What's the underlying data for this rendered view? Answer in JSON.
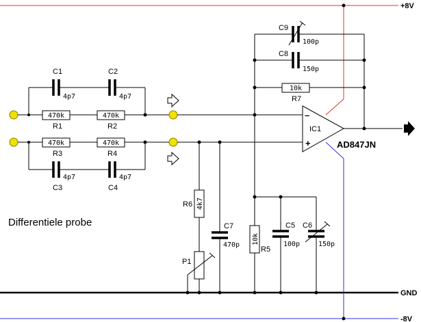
{
  "rails": {
    "pos": "+8V",
    "gnd": "GND",
    "neg": "-8V",
    "pos_color": "#e03030",
    "neg_color": "#3030e0"
  },
  "title": "Differentiele probe",
  "opamp": {
    "ref": "IC1",
    "part": "AD847JN",
    "minus": "–",
    "plus": "+"
  },
  "components": {
    "c1": {
      "ref": "C1",
      "value": "4p7"
    },
    "c2": {
      "ref": "C2",
      "value": "4p7"
    },
    "c3": {
      "ref": "C3",
      "value": "4p7"
    },
    "c4": {
      "ref": "C4",
      "value": "4p7"
    },
    "r1": {
      "ref": "R1",
      "value": "470k"
    },
    "r2": {
      "ref": "R2",
      "value": "470k"
    },
    "r3": {
      "ref": "R3",
      "value": "470k"
    },
    "r4": {
      "ref": "R4",
      "value": "470k"
    },
    "r5": {
      "ref": "R5",
      "value": "10k"
    },
    "r6": {
      "ref": "R6",
      "value": "4k7"
    },
    "r7": {
      "ref": "R7",
      "value": "10k"
    },
    "c5": {
      "ref": "C5",
      "value": "100p"
    },
    "c6": {
      "ref": "C6",
      "value": "150p"
    },
    "c7": {
      "ref": "C7",
      "value": "470p"
    },
    "c8": {
      "ref": "C8",
      "value": "150p"
    },
    "c9": {
      "ref": "C9",
      "value": "100p"
    },
    "p1": {
      "ref": "P1"
    }
  },
  "colors": {
    "probe_fill": "#f2e000",
    "wire": "#000000"
  },
  "icons": [
    "probe-tip-icon",
    "hollow-arrow-icon",
    "output-arrow-icon"
  ]
}
